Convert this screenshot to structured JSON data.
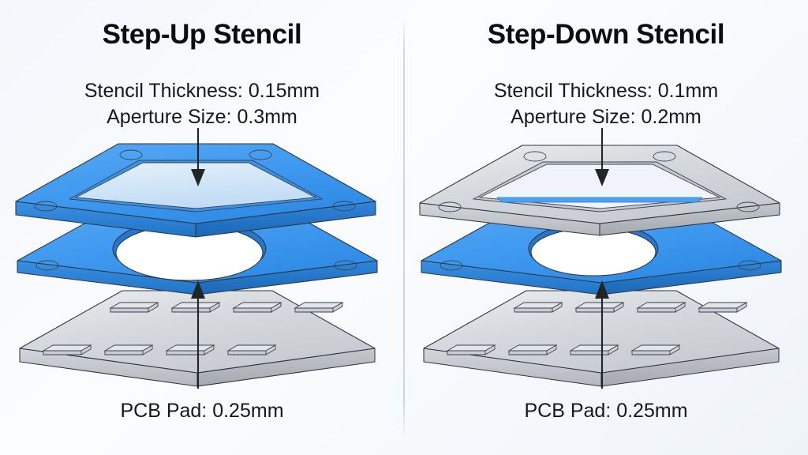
{
  "background": {
    "base_color": "#f5f8fb",
    "divider_color": "#c6d2e0"
  },
  "palette": {
    "blue_top": "#3f99ef",
    "blue_top_light": "#57a8f3",
    "blue_side": "#2a80d6",
    "blue_side_dark": "#1f6cbb",
    "gray_top": "#d2d5d9",
    "gray_top_light": "#e8eaec",
    "gray_side": "#b9bdc2",
    "gray_side_dark": "#a7abb1",
    "pad_fill": "#d8dadd",
    "outline": "#2f3640",
    "arrow": "#202528",
    "aperture_fill": "#ffffff",
    "recess_fill": "#cfe4f7"
  },
  "panels": [
    {
      "id": "step-up",
      "title": "Step-Up Stencil",
      "spec_thickness": "Stencil Thickness: 0.15mm",
      "spec_aperture": "Aperture Size: 0.3mm",
      "foot_label": "PCB Pad: 0.25mm",
      "top_plate_color": "blue",
      "mid_plate_color": "blue",
      "base_plate_color": "gray",
      "stencil_thickness_mm": 0.15,
      "aperture_size_mm": 0.3,
      "pcb_pad_mm": 0.25
    },
    {
      "id": "step-down",
      "title": "Step-Down Stencil",
      "spec_thickness": "Stencil Thickness: 0.1mm",
      "spec_aperture": "Aperture Size: 0.2mm",
      "foot_label": "PCB Pad: 0.25mm",
      "top_plate_color": "gray",
      "mid_plate_color": "blue",
      "base_plate_color": "gray",
      "stencil_thickness_mm": 0.1,
      "aperture_size_mm": 0.2,
      "pcb_pad_mm": 0.25
    }
  ],
  "annotations": {
    "down_arrow_name": "aperture-down-arrow",
    "up_arrow_name": "pcb-pad-up-arrow"
  },
  "pcb": {
    "pad_rows": 2,
    "pads_per_row": 4,
    "total_pads": 8
  }
}
